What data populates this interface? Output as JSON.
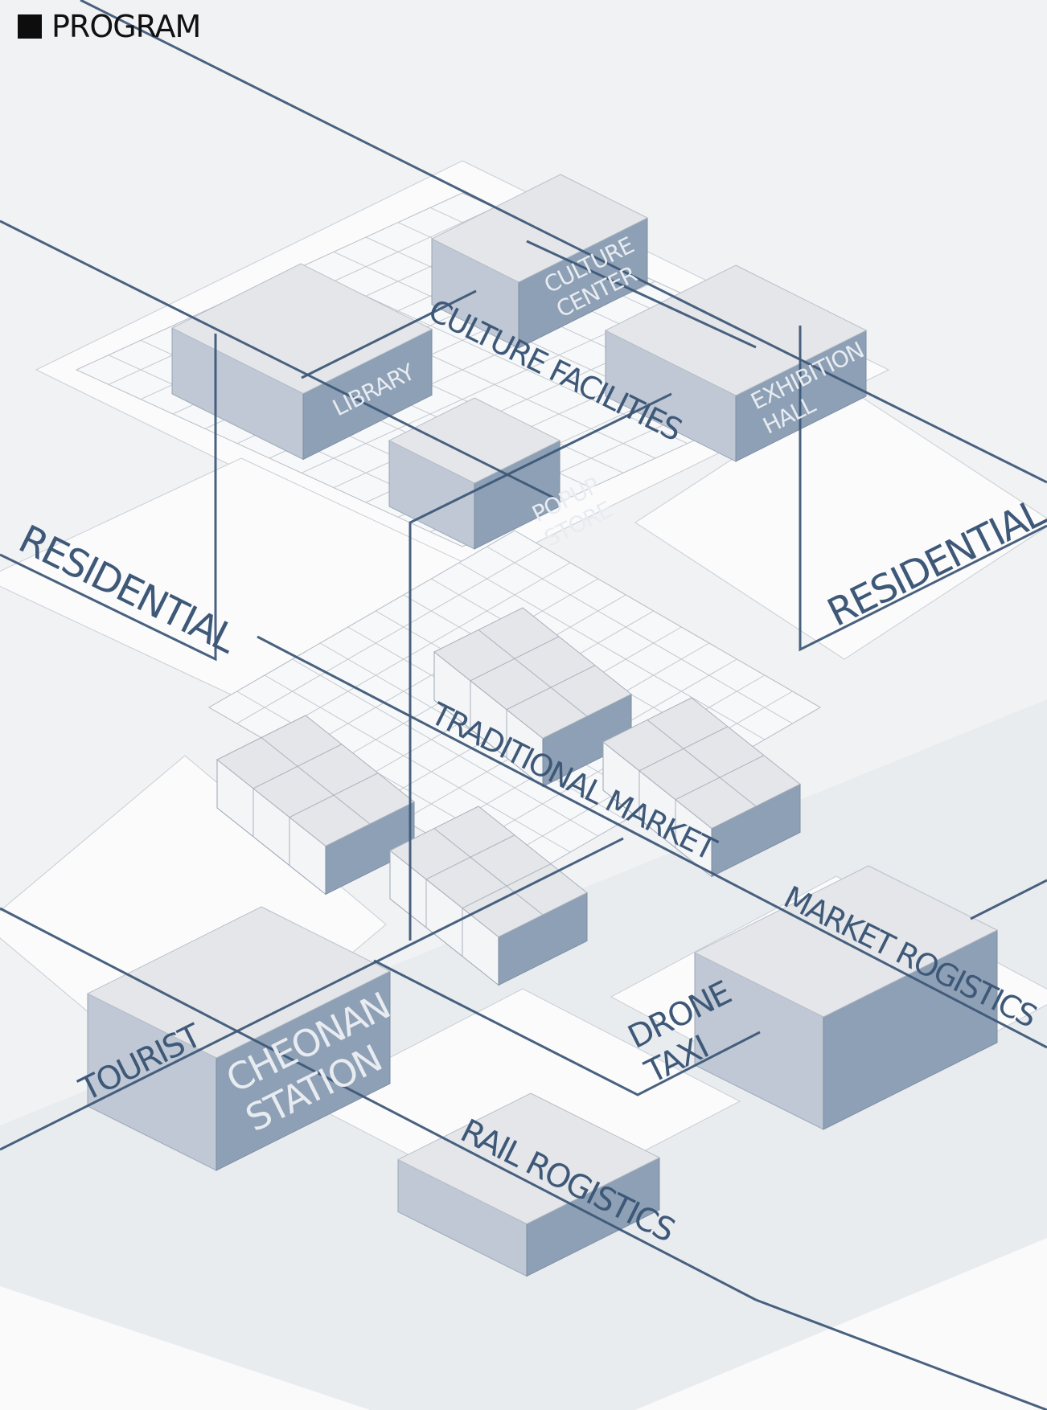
{
  "header": {
    "title": "PROGRAM"
  },
  "colors": {
    "background": "#f0f2f4",
    "ground": "#fbfbfc",
    "line": "#3e5878",
    "box_top": "#e4e6e9",
    "box_left": "#bfc8d4",
    "box_right": "#8ea0b5",
    "face_text": "#e8ecf1"
  },
  "labels": {
    "culture_facilities": "CULTURE FACILITIES",
    "residential_left": "RESIDENTIAL",
    "residential_right": "RESIDENTIAL",
    "traditional_market": "TRADITIONAL MARKET",
    "market_rogistics": "MARKET ROGISTICS",
    "tourist": "TOURIST",
    "rail_rogistics": "RAIL ROGISTICS"
  },
  "buildings": {
    "culture_center": [
      "CULTURE",
      "CENTER"
    ],
    "library": [
      "LIBRARY"
    ],
    "exhibition_hall": [
      "EXHIBITION",
      "HALL"
    ],
    "popup_store": [
      "POPUP",
      "STORE"
    ],
    "cheonan_station": [
      "CHEONAN",
      "STATION"
    ],
    "drone_taxi": [
      "DRONE",
      "TAXI"
    ]
  }
}
